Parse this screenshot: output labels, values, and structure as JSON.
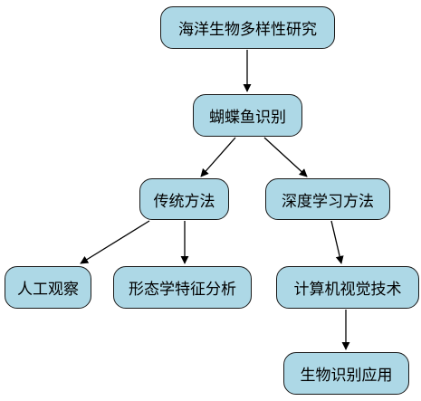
{
  "nodes": {
    "root": "海洋生物多样性研究",
    "fish": "蝴蝶鱼识别",
    "traditional": "传统方法",
    "deep": "深度学习方法",
    "observation": "人工观察",
    "morphology": "形态学特征分析",
    "cv": "计算机视觉技术",
    "application": "生物识别应用"
  },
  "colors": {
    "node_fill": "#add8e6",
    "node_border": "#1a1a1a",
    "edge": "#000000"
  }
}
